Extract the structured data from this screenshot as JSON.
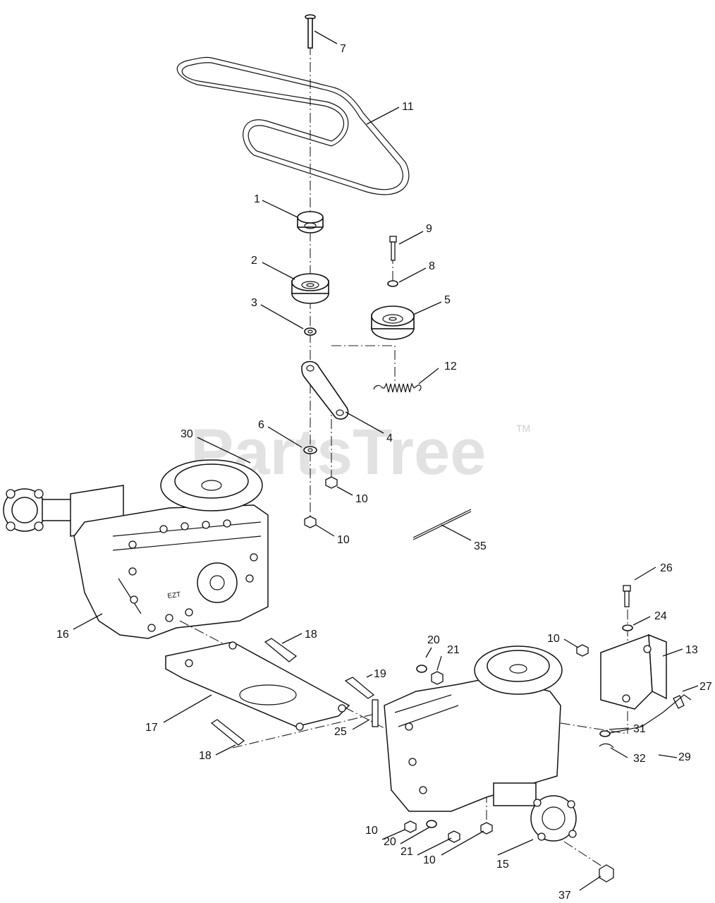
{
  "watermark": {
    "text": "PartsTree",
    "trademark": "TM"
  },
  "callouts": [
    "7",
    "11",
    "1",
    "9",
    "2",
    "8",
    "3",
    "5",
    "12",
    "4",
    "6",
    "30",
    "10",
    "10",
    "35",
    "26",
    "16",
    "18",
    "24",
    "10",
    "13",
    "20",
    "21",
    "19",
    "27",
    "17",
    "25",
    "29",
    "18",
    "31",
    "10",
    "20",
    "32",
    "21",
    "10",
    "15",
    "37"
  ]
}
